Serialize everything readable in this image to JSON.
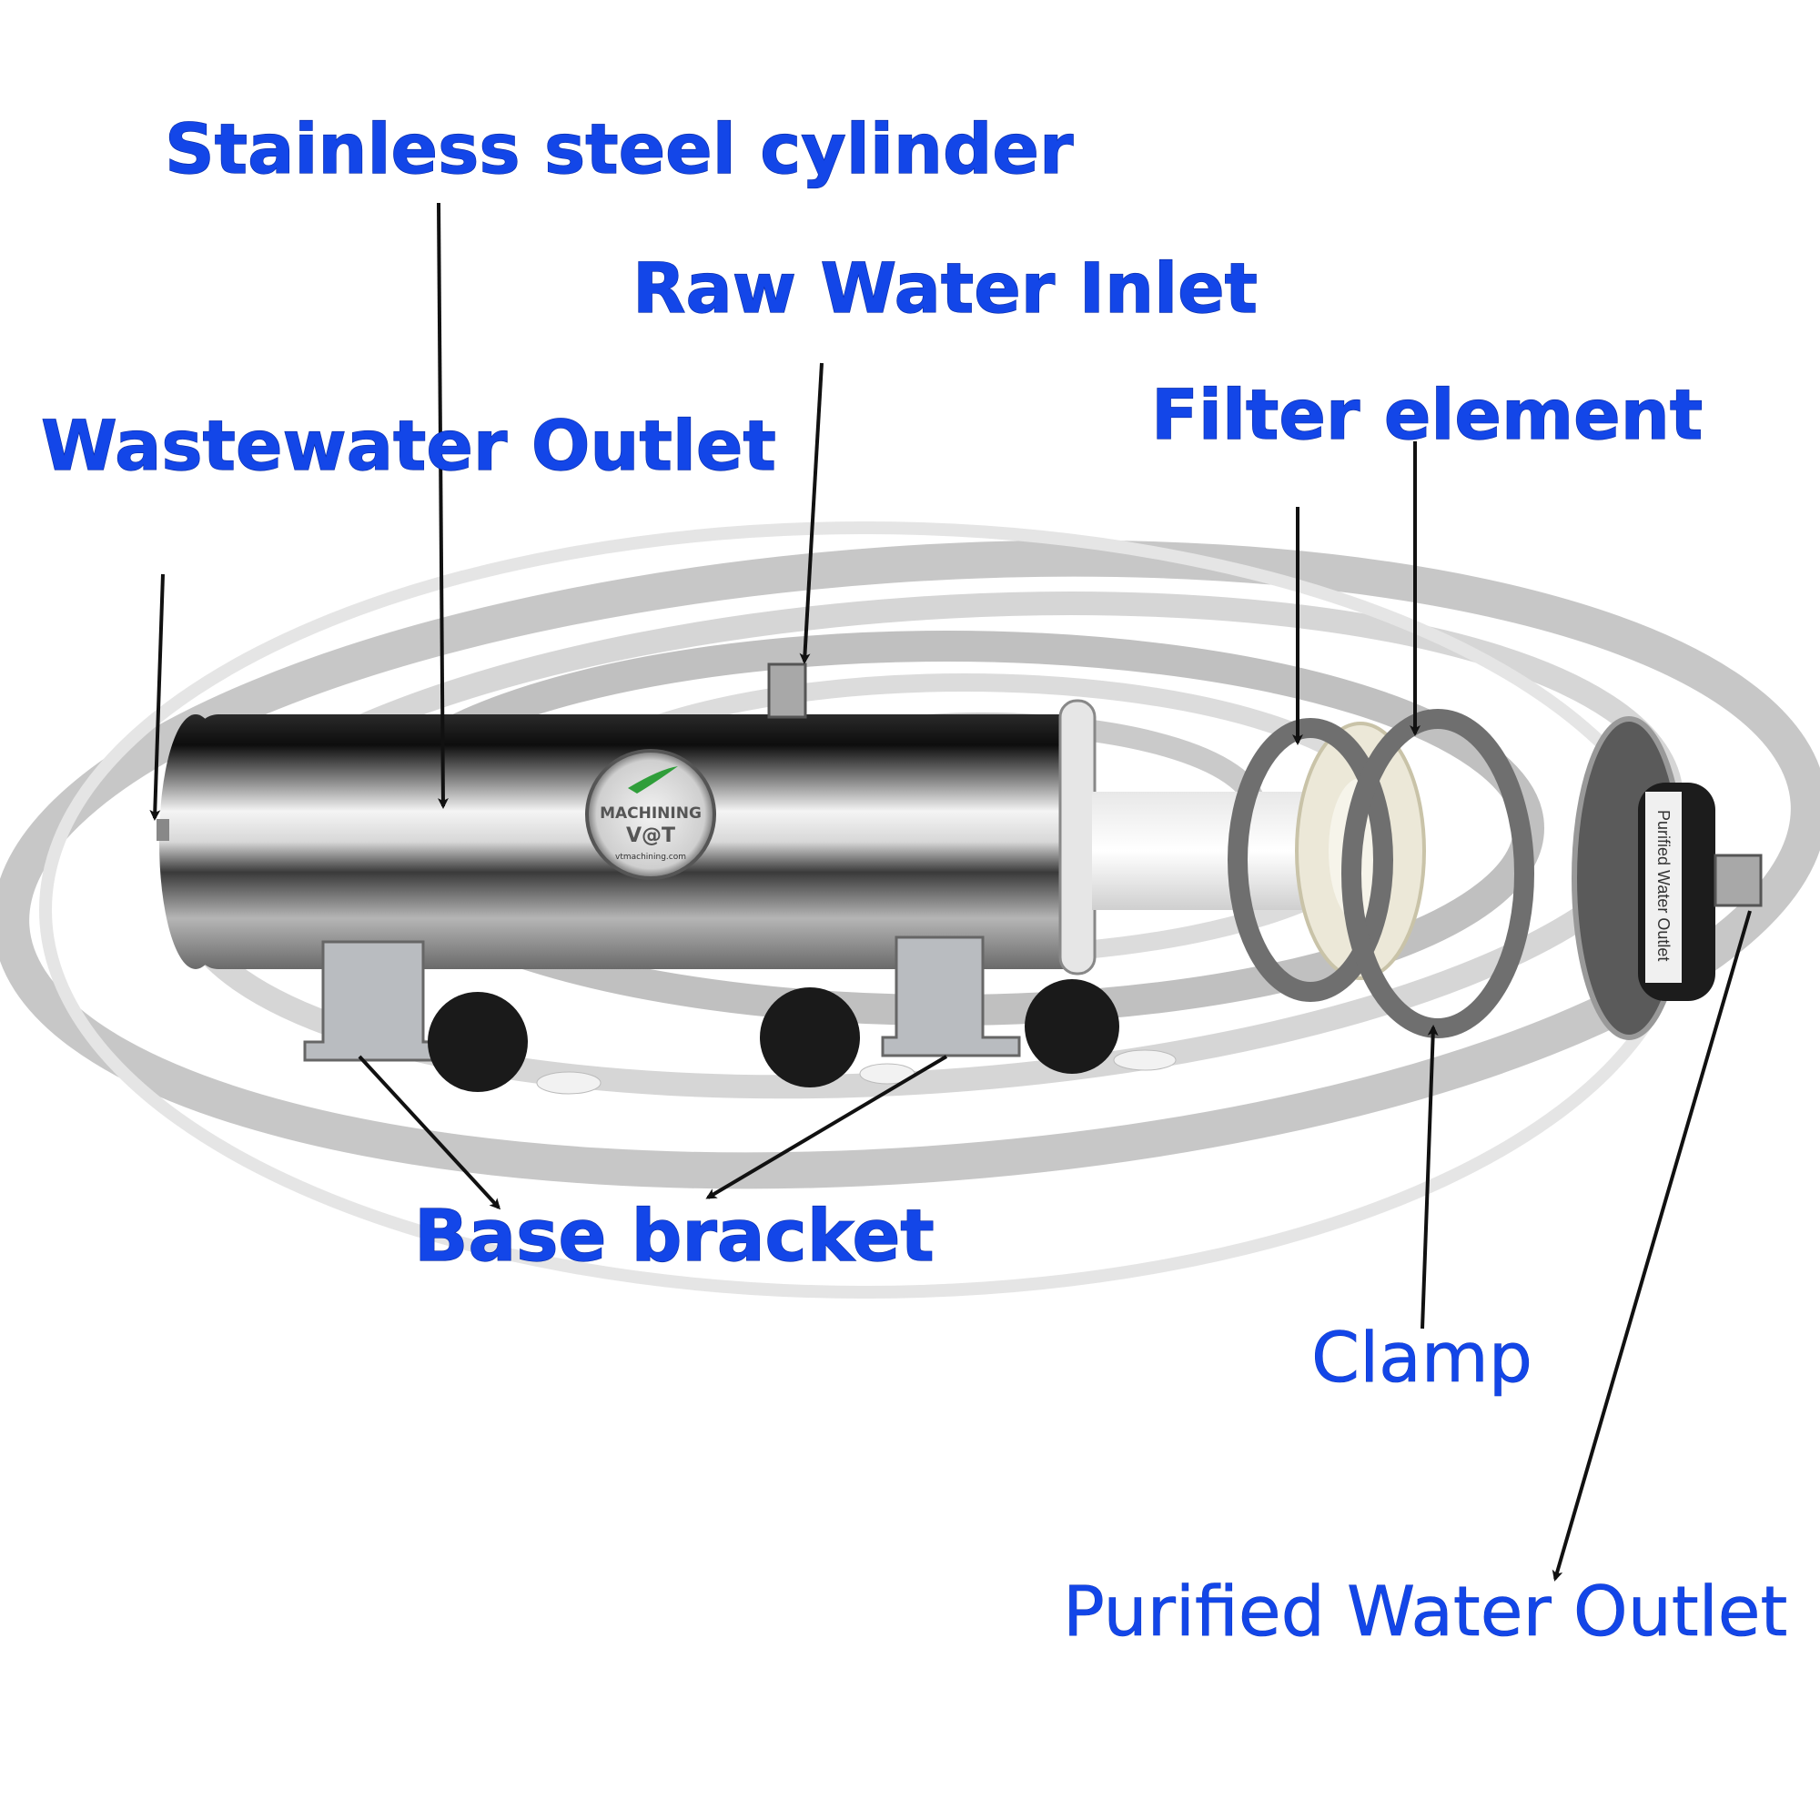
{
  "labels": {
    "cylinder": "Stainless steel cylinder",
    "raw_inlet": "Raw Water Inlet",
    "wastewater": "Wastewater Outlet",
    "filter": "Filter element",
    "bracket": "Base bracket",
    "clamp": "Clamp",
    "purified": "Purified Water Outlet"
  },
  "logo": {
    "line1": "MACHINING",
    "line2": "V@T",
    "url": "vtmachining.com"
  },
  "end_cap_label": "Purified Water Outlet",
  "colors": {
    "label": "#1346e8",
    "arrow": "#111111"
  }
}
